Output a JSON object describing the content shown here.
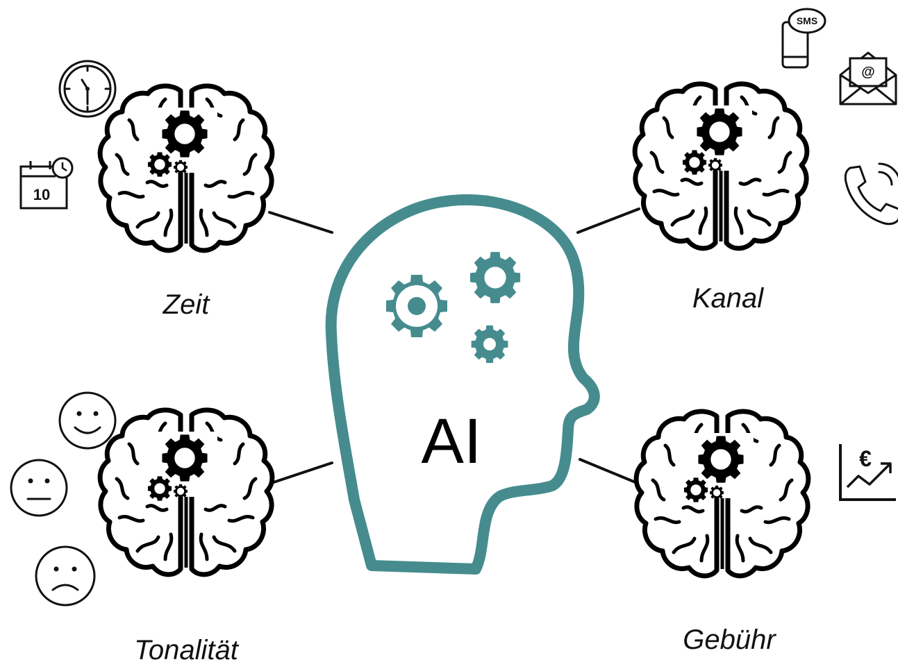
{
  "center": {
    "label": "AI",
    "color": "#468c8f",
    "icon": "head-with-gears-icon"
  },
  "nodes": [
    {
      "id": "zeit",
      "label": "Zeit",
      "icon": "brain-gears-icon",
      "side_icons": [
        "clock-icon",
        "calendar-clock-icon"
      ],
      "calendar_number": "10"
    },
    {
      "id": "kanal",
      "label": "Kanal",
      "icon": "brain-gears-icon",
      "side_icons": [
        "sms-phone-icon",
        "email-icon",
        "phone-call-icon"
      ],
      "sms_text": "SMS",
      "email_symbol": "@"
    },
    {
      "id": "tonalitaet",
      "label": "Tonalität",
      "icon": "brain-gears-icon",
      "side_icons": [
        "smile-face-icon",
        "neutral-face-icon",
        "sad-face-icon"
      ]
    },
    {
      "id": "gebuehr",
      "label": "Gebühr",
      "icon": "brain-gears-icon",
      "side_icons": [
        "euro-chart-icon"
      ],
      "currency_symbol": "€"
    }
  ],
  "colors": {
    "line": "#111111",
    "accent": "#468c8f"
  }
}
